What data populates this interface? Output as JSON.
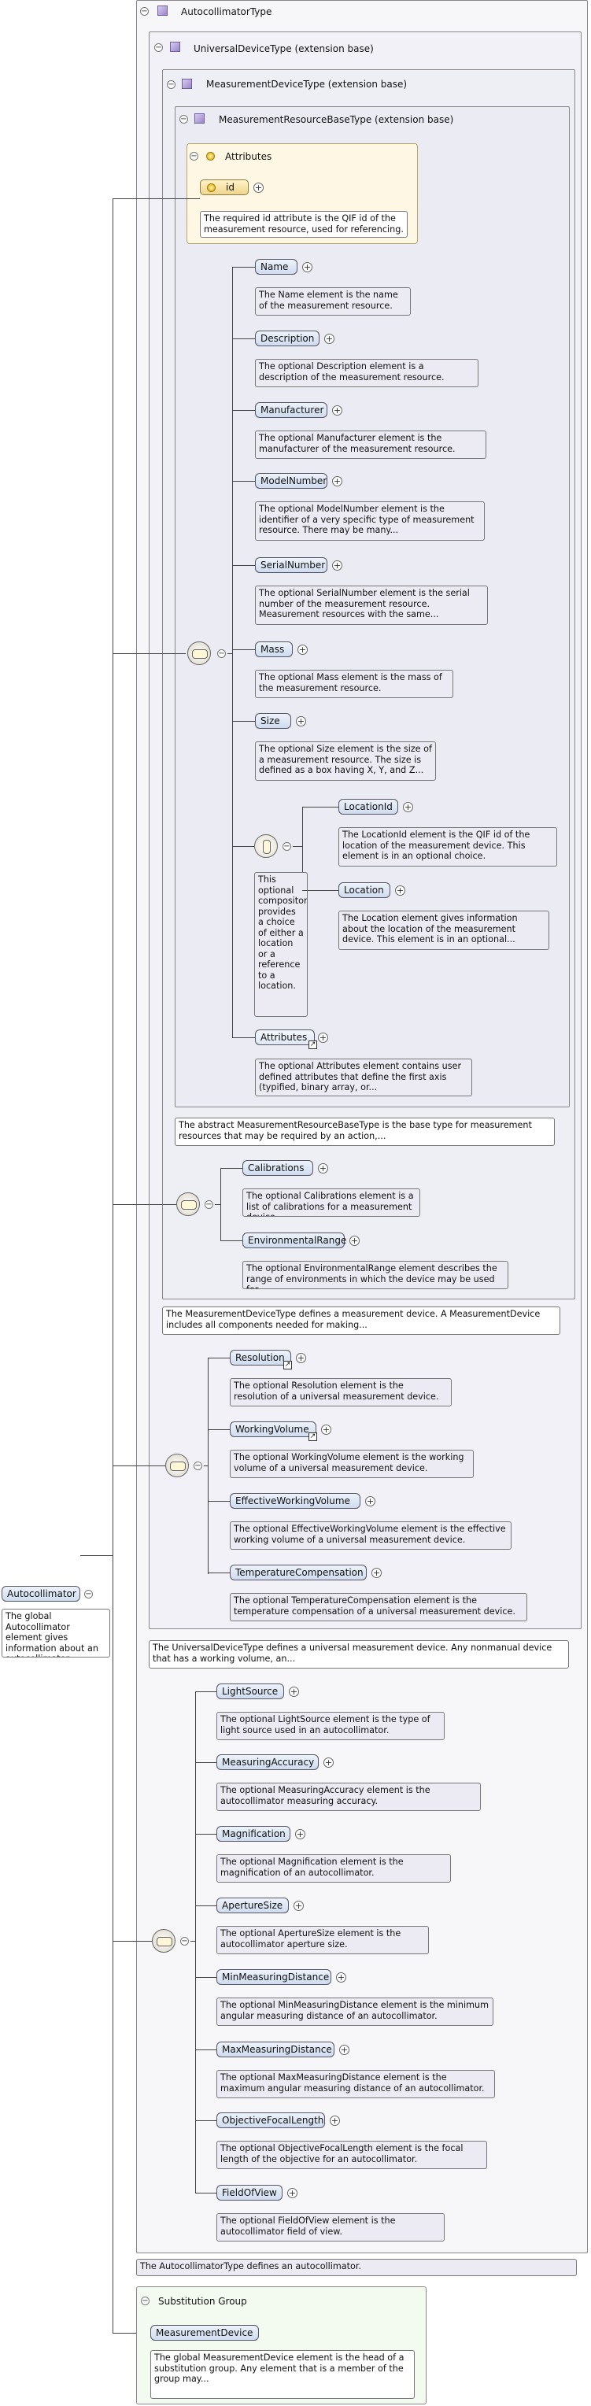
{
  "root": {
    "label": "Autocollimator",
    "doc": "The global Autocollimator element gives information about an autocollimator."
  },
  "frames": {
    "autocollimator_type": "AutocollimatorType",
    "universal_device_type": "UniversalDeviceType (extension base)",
    "measurement_device_type": "MeasurementDeviceType (extension base)",
    "measurement_resource_base_type": "MeasurementResourceBaseType (extension base)"
  },
  "attributes": {
    "title": "Attributes",
    "id_label": "id",
    "id_doc": "The required id attribute is the QIF id of the measurement resource, used for referencing."
  },
  "resource_elements": [
    {
      "label": "Name",
      "doc": "The Name element is the name of the measurement resource."
    },
    {
      "label": "Description",
      "doc": "The optional Description element is a description of the measurement resource."
    },
    {
      "label": "Manufacturer",
      "doc": "The optional Manufacturer element is the manufacturer of the measurement resource."
    },
    {
      "label": "ModelNumber",
      "doc": "The optional ModelNumber element is the identifier of a very specific type of measurement resource. There may be many..."
    },
    {
      "label": "SerialNumber",
      "doc": "The optional SerialNumber element is the serial number of the measurement resource. Measurement resources with the same..."
    },
    {
      "label": "Mass",
      "doc": "The optional Mass element is the mass of the measurement resource."
    },
    {
      "label": "Size",
      "doc": "The optional Size element is the size of a measurement resource. The size is defined as a box having X, Y, and Z..."
    }
  ],
  "choice": {
    "doc": "This optional compositor provides a choice of either a location or a reference to a location.",
    "items": [
      {
        "label": "LocationId",
        "doc": "The LocationId element is the QIF id of the location of the measurement device. This element is in an optional choice."
      },
      {
        "label": "Location",
        "doc": "The Location element gives information about the location of the measurement device. This element is in an optional..."
      }
    ]
  },
  "resource_attributes": {
    "label": "Attributes",
    "doc": "The optional Attributes element contains user defined attributes that define the first axis (typified, binary array, or..."
  },
  "resource_base_doc": "The abstract MeasurementResourceBaseType is the base type for measurement resources that may be required by an action,...",
  "device_elements": [
    {
      "label": "Calibrations",
      "doc": "The optional Calibrations element is a list of calibrations for a measurement device."
    },
    {
      "label": "EnvironmentalRange",
      "doc": "The optional EnvironmentalRange element describes the range of environments in which the device may be used for..."
    }
  ],
  "device_type_doc": "The MeasurementDeviceType defines a measurement device. A MeasurementDevice includes all components needed for making...",
  "universal_elements": [
    {
      "label": "Resolution",
      "doc": "The optional Resolution element is the resolution of a universal measurement device."
    },
    {
      "label": "WorkingVolume",
      "doc": "The optional WorkingVolume element is the working volume of a universal measurement device."
    },
    {
      "label": "EffectiveWorkingVolume",
      "doc": "The optional EffectiveWorkingVolume element is the effective working volume of a universal measurement device."
    },
    {
      "label": "TemperatureCompensation",
      "doc": "The optional TemperatureCompensation element is the temperature compensation of a universal measurement device."
    }
  ],
  "universal_type_doc": "The UniversalDeviceType defines a universal measurement device. Any nonmanual device that has a working volume, an...",
  "autocollimator_elements": [
    {
      "label": "LightSource",
      "doc": "The optional LightSource element is the type of light source used in an autocollimator."
    },
    {
      "label": "MeasuringAccuracy",
      "doc": "The optional MeasuringAccuracy element is the autocollimator measuring accuracy."
    },
    {
      "label": "Magnification",
      "doc": "The optional Magnification element is the magnification of an autocollimator."
    },
    {
      "label": "ApertureSize",
      "doc": "The optional ApertureSize element is the autocollimator aperture size."
    },
    {
      "label": "MinMeasuringDistance",
      "doc": "The optional MinMeasuringDistance element is the minimum angular measuring distance of an autocollimator."
    },
    {
      "label": "MaxMeasuringDistance",
      "doc": "The optional MaxMeasuringDistance element is the maximum angular measuring distance of an autocollimator."
    },
    {
      "label": "ObjectiveFocalLength",
      "doc": "The optional ObjectiveFocalLength element is the focal length of the objective for an autocollimator."
    },
    {
      "label": "FieldOfView",
      "doc": "The optional FieldOfView element is the autocollimator field of view."
    }
  ],
  "autocollimator_type_doc": "The AutocollimatorType defines an autocollimator.",
  "substitution": {
    "title": "Substitution Group",
    "label": "MeasurementDevice",
    "doc": "The global MeasurementDevice element is the head of a substitution group. Any element that is a member of the group may..."
  },
  "glyphs": {
    "collapse": "⊖",
    "plus": "+",
    "link": "↗"
  }
}
